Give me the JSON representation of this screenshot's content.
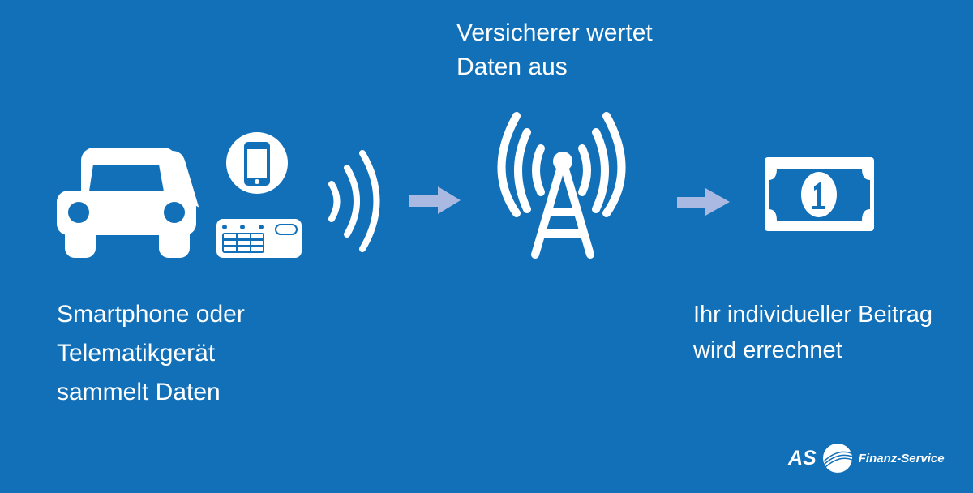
{
  "steps": [
    {
      "lines": [
        "Smartphone oder",
        "Telematikgerät",
        "sammelt Daten"
      ],
      "icons": [
        "car-icon",
        "smartphone-icon",
        "telematics-device-icon",
        "signal-waves-icon"
      ]
    },
    {
      "lines": [
        "Versicherer wertet",
        "Daten aus"
      ],
      "icons": [
        "radio-tower-icon"
      ]
    },
    {
      "lines": [
        "Ihr individueller Beitrag",
        "wird errechnet"
      ],
      "icons": [
        "banknote-icon"
      ]
    }
  ],
  "logo": {
    "brand": "AS",
    "name": "Finanz-Service"
  },
  "colors": {
    "background": "#1170b8",
    "arrow": "#a9b9e2",
    "foreground": "#ffffff"
  }
}
